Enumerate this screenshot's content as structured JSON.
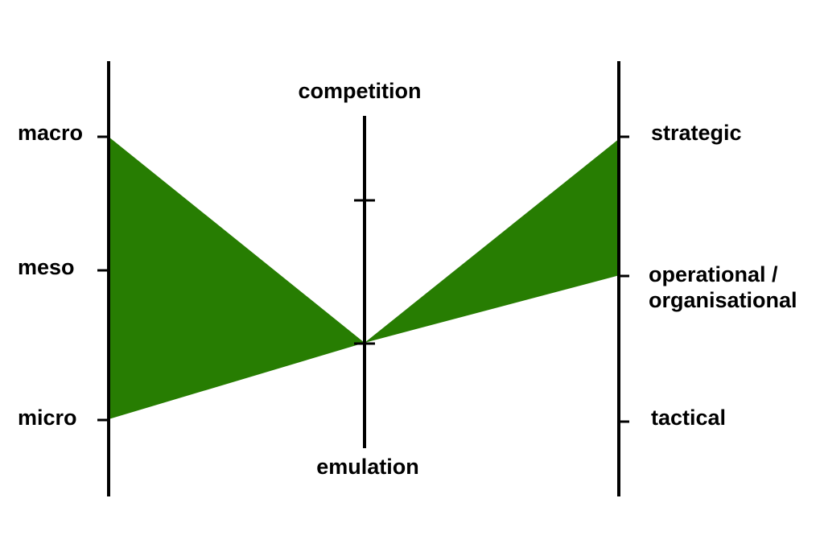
{
  "colors": {
    "fill": "#277d02",
    "axis": "#000000"
  },
  "left_axis": {
    "labels": [
      "macro",
      "meso",
      "micro"
    ]
  },
  "center_axis": {
    "top_label": "competition",
    "bottom_label": "emulation"
  },
  "right_axis": {
    "labels": [
      "strategic",
      "operational /",
      "organisational",
      "tactical"
    ]
  }
}
